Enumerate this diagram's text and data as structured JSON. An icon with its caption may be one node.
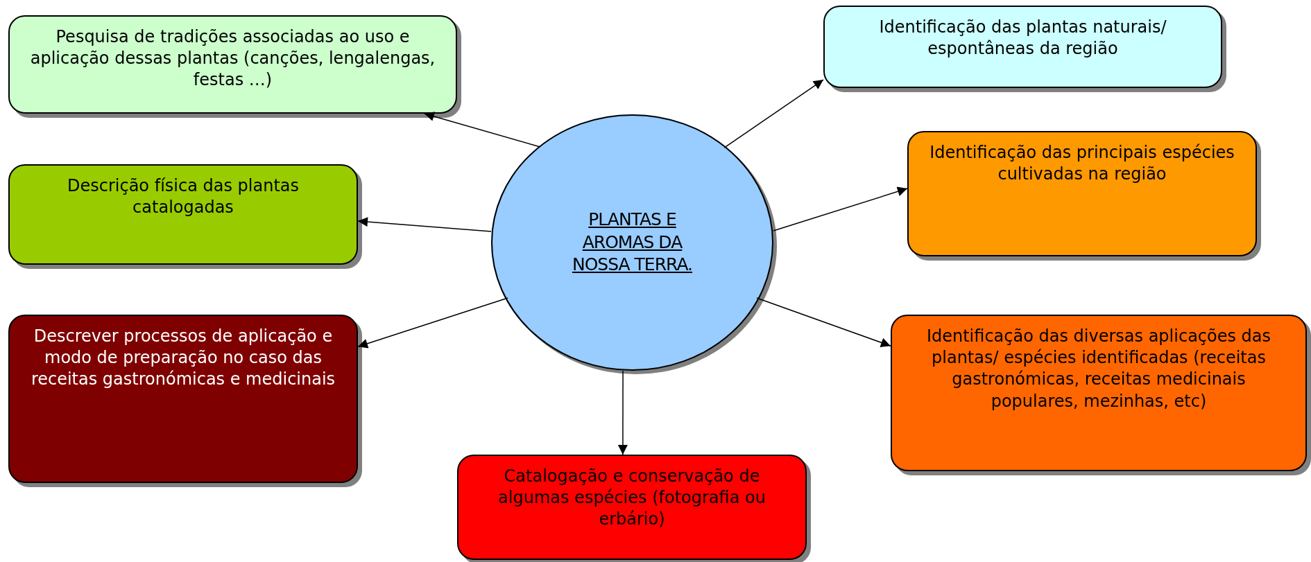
{
  "diagram": {
    "nodes": [
      {
        "text": [
          "PLANTAS E AROMAS DA NOSSA TERRA."
        ]
      },
      {
        "text": [
          "Pesquisa de tradições associadas ao uso e aplicação dessas plantas (canções, lengalengas, festas …)"
        ]
      },
      {
        "text": [
          "Identificação das plantas naturais/ espontâneas da região"
        ]
      },
      {
        "text": [
          "Descrição física das plantas catalogadas"
        ]
      },
      {
        "text": [
          "Identificação das principais espécies cultivadas na região"
        ]
      },
      {
        "text": [
          "Descrever processos de aplicação e modo de preparação no caso das receitas gastronómicas e medicinais"
        ]
      },
      {
        "text": [
          "Identificação das diversas aplicações das plantas/ espécies identificadas (receitas gastronómicas, receitas medicinais populares, mezinhas,  etc)"
        ]
      },
      {
        "text": [
          "Catalogação e conservação de algumas espécies (fotografia ou erbário)"
        ]
      }
    ],
    "edges": [
      {
        "from": 0,
        "to": 1,
        "arrow": "to"
      },
      {
        "from": 0,
        "to": 2,
        "arrow": "to"
      },
      {
        "from": 0,
        "to": 3,
        "arrow": "to"
      },
      {
        "from": 0,
        "to": 4,
        "arrow": "to"
      },
      {
        "from": 0,
        "to": 5,
        "arrow": "to"
      },
      {
        "from": 0,
        "to": 6,
        "arrow": "to"
      },
      {
        "from": 0,
        "to": 7,
        "arrow": "to"
      }
    ]
  }
}
